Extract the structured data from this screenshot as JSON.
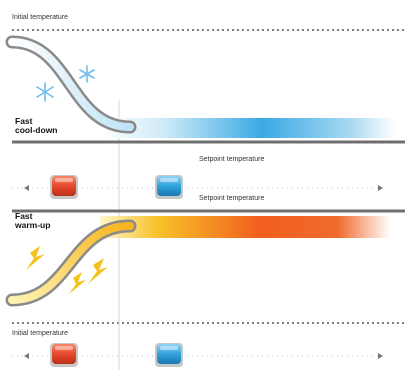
{
  "labels": {
    "initial_temperature_top": "Initial temperature",
    "setpoint_temperature_1": "Setpoint temperature",
    "setpoint_temperature_2": "Setpoint temperature",
    "initial_temperature_bottom": "Initial temperature"
  },
  "modes": {
    "cool_down": "Fast\ncool-down",
    "warm_up": "Fast\nwarm-up"
  },
  "colors": {
    "cool": "#3aa9e3",
    "warm": "#f25f1f",
    "hot_button": "#e84a2c",
    "cold_button": "#2fa3dc",
    "rail": "#6f6f6f"
  },
  "icons": [
    "snowflake-icon",
    "snowflake-icon",
    "lightning-icon",
    "lightning-icon",
    "lightning-icon",
    "red-block-icon",
    "blue-block-icon"
  ]
}
